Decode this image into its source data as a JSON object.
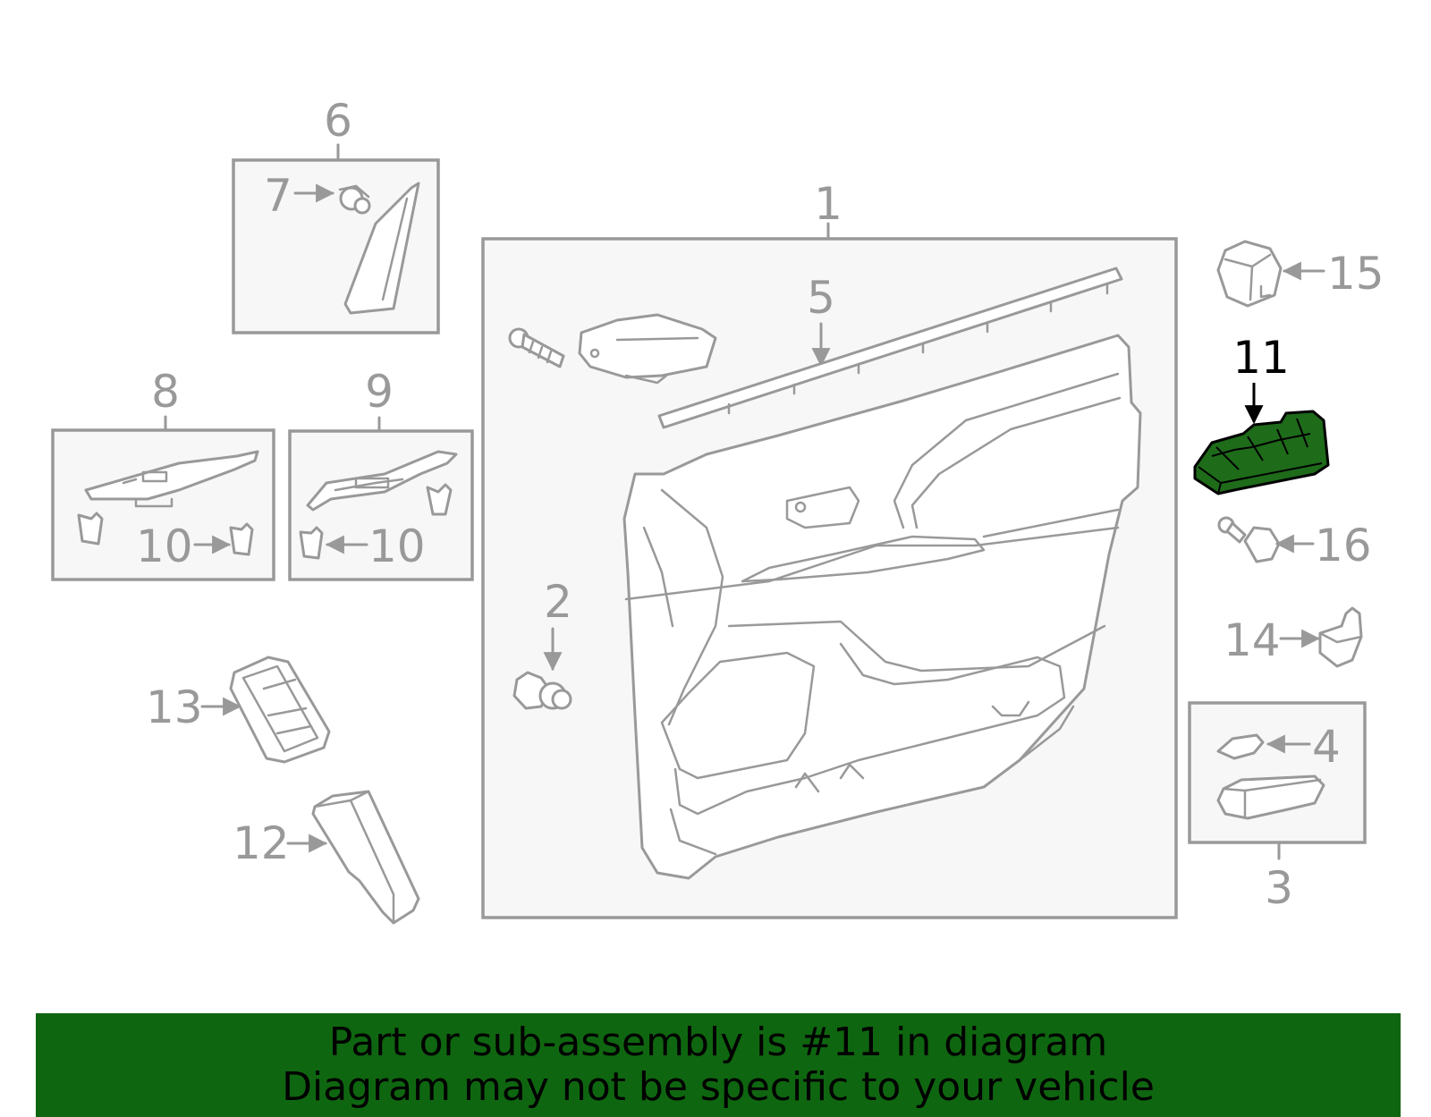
{
  "callouts": {
    "c1": "1",
    "c2": "2",
    "c3": "3",
    "c4": "4",
    "c5": "5",
    "c6": "6",
    "c7": "7",
    "c8": "8",
    "c9": "9",
    "c10a": "10",
    "c10b": "10",
    "c11": "11",
    "c12": "12",
    "c13": "13",
    "c14": "14",
    "c15": "15",
    "c16": "16"
  },
  "highlight_part": "11",
  "colors": {
    "line": "#999999",
    "highlight_fill": "#1e6b1a",
    "banner": "#0f6610",
    "box_fill": "#f7f7f7"
  },
  "banner": {
    "line1": "Part or sub-assembly is #11 in diagram",
    "line2": "Diagram may not be specific to your vehicle"
  }
}
